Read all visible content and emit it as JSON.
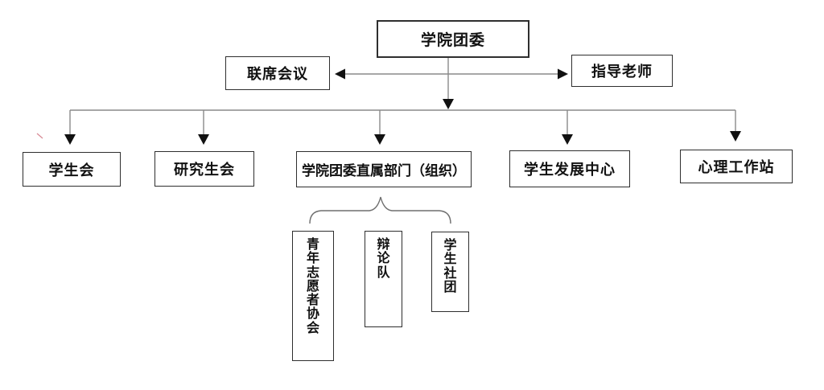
{
  "diagram": {
    "type": "org-chart",
    "nodes": {
      "root": {
        "label": "学院团委"
      },
      "joint_meeting": {
        "label": "联席会议"
      },
      "advisors": {
        "label": "指导老师"
      },
      "student_union": {
        "label": "学生会"
      },
      "graduate_union": {
        "label": "研究生会"
      },
      "direct_departments": {
        "label": "学院团委直属部门（组织）"
      },
      "student_development_center": {
        "label": "学生发展中心"
      },
      "psychological_workstation": {
        "label": "心理工作站"
      },
      "youth_volunteers_association": {
        "label": "青年志愿者协会"
      },
      "debate_team": {
        "label": "辩论队"
      },
      "student_clubs": {
        "label": "学生社团"
      }
    },
    "edges": [
      {
        "from": "学院团委",
        "to": "联席会议",
        "style": "double-headed-arrow"
      },
      {
        "from": "学院团委",
        "to": "指导老师",
        "style": "double-headed-arrow"
      },
      {
        "from": "学院团委",
        "to": "学生会",
        "style": "arrow"
      },
      {
        "from": "学院团委",
        "to": "研究生会",
        "style": "arrow"
      },
      {
        "from": "学院团委",
        "to": "学院团委直属部门（组织）",
        "style": "arrow"
      },
      {
        "from": "学院团委",
        "to": "学生发展中心",
        "style": "arrow"
      },
      {
        "from": "学院团委",
        "to": "心理工作站",
        "style": "arrow"
      },
      {
        "from": "学院团委直属部门（组织）",
        "to": "青年志愿者协会",
        "style": "brace"
      },
      {
        "from": "学院团委直属部门（组织）",
        "to": "辩论队",
        "style": "brace"
      },
      {
        "from": "学院团委直属部门（组织）",
        "to": "学生社团",
        "style": "brace"
      }
    ],
    "colors": {
      "line": "#8a8a8a",
      "arrowhead": "#111111",
      "box_border": "#2e2e2e",
      "background": "#ffffff",
      "annotation_mark": "#c24a5a"
    }
  }
}
